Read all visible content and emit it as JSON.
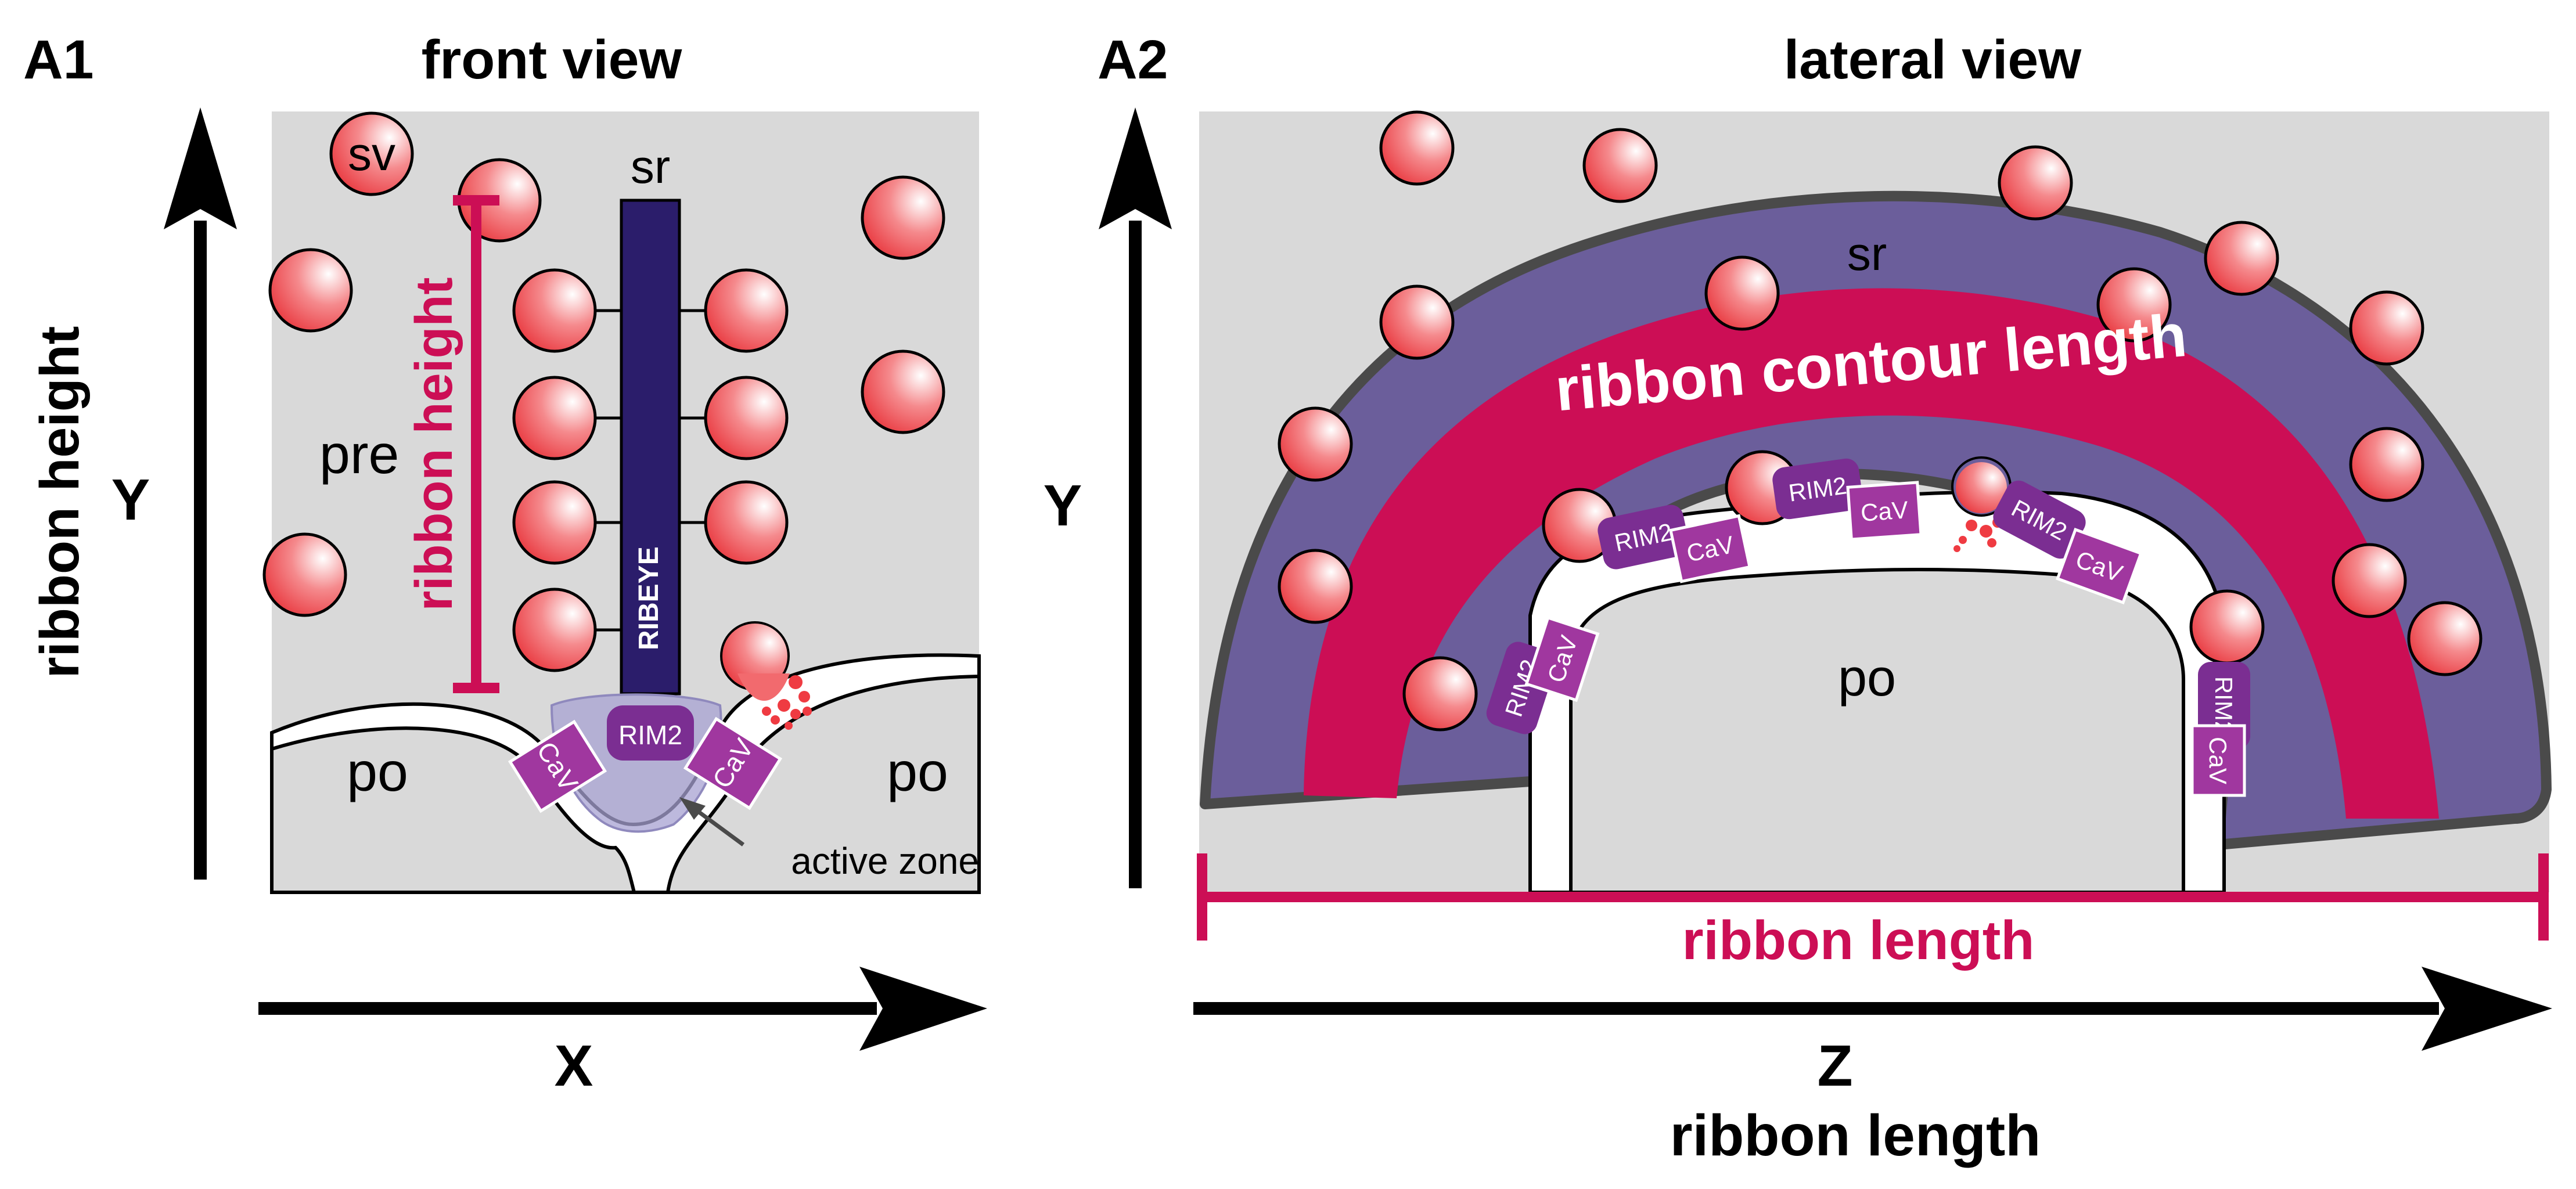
{
  "panel_a1": {
    "panel_label": "A1",
    "title": "front view",
    "labels": {
      "sv": "sv",
      "sr": "sr",
      "pre": "pre",
      "ribbon_height": "ribbon height",
      "ribeye": "RIBEYE",
      "rim2": "RIM2",
      "cav_left": "CaV",
      "cav_right": "CaV",
      "po_left": "po",
      "po_right": "po",
      "active_zone": "active zone"
    },
    "axes": {
      "y_label": "Y",
      "y_title": "ribbon height",
      "x_label": "X"
    }
  },
  "panel_a2": {
    "panel_label": "A2",
    "title": "lateral view",
    "labels": {
      "sr": "sr",
      "ribbon_contour_length": "ribbon contour length",
      "po": "po",
      "ribbon_length": "ribbon length",
      "rim2": "RIM2",
      "cav": "CaV"
    },
    "axes": {
      "y_label": "Y",
      "z_label": "Z",
      "z_title": "ribbon length"
    }
  },
  "colors": {
    "background_gray": "#d9d9d9",
    "vesicle_red": "#ef4b50",
    "ribbon_navy": "#2b1d6b",
    "ribbon_purple": "#6b5e9b",
    "magenta": "#cc0e55",
    "protein_purple": "#7b2e92",
    "cav_purple": "#a0379f"
  }
}
